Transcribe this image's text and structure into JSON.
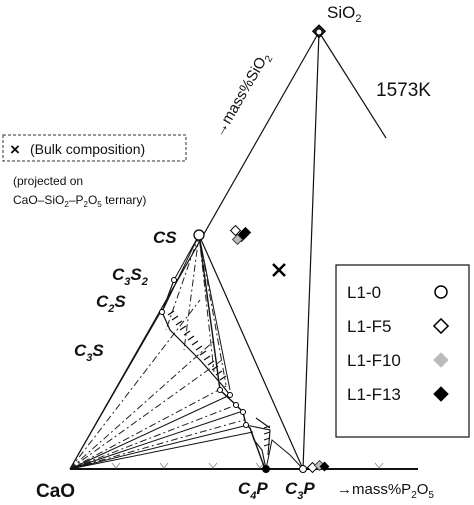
{
  "vertex_labels": {
    "sio2": "SiO",
    "sio2_sub": "2",
    "cao": "CaO"
  },
  "temperature": "1573K",
  "axis_labels": {
    "sio2_arrow": "→mass%SiO",
    "sio2_sub": "2",
    "p2o5_arrow": "→mass%P",
    "p2o5_sub1": "2",
    "p2o5_mid": "O",
    "p2o5_sub2": "5"
  },
  "bulk_box": {
    "symbol": "×",
    "label": "(Bulk composition)"
  },
  "projected_note": {
    "line1": "(projected on",
    "line2_a": "CaO–SiO",
    "line2_sub1": "2",
    "line2_b": "–P",
    "line2_sub2": "2",
    "line2_c": "O",
    "line2_sub3": "5",
    "line2_d": " ternary)"
  },
  "phase_labels": {
    "cs": "CS",
    "c3s2_c": "C",
    "c3s2_sub1": "3",
    "c3s2_s": "S",
    "c3s2_sub2": "2",
    "c2s_c": "C",
    "c2s_sub": "2",
    "c2s_s": "S",
    "c3s_c": "C",
    "c3s_sub": "3",
    "c3s_s": "S",
    "c4p_c": "C",
    "c4p_sub": "4",
    "c4p_p": "P",
    "c3p_c": "C",
    "c3p_sub": "3",
    "c3p_p": "P"
  },
  "legend": {
    "items": [
      {
        "label": "L1-0",
        "marker": "open-circle",
        "color": "#000000"
      },
      {
        "label": "L1-F5",
        "marker": "open-diamond",
        "color": "#000000"
      },
      {
        "label": "L1-F10",
        "marker": "filled-diamond",
        "color": "#bbbbbb"
      },
      {
        "label": "L1-F13",
        "marker": "filled-diamond",
        "color": "#000000"
      }
    ]
  }
}
